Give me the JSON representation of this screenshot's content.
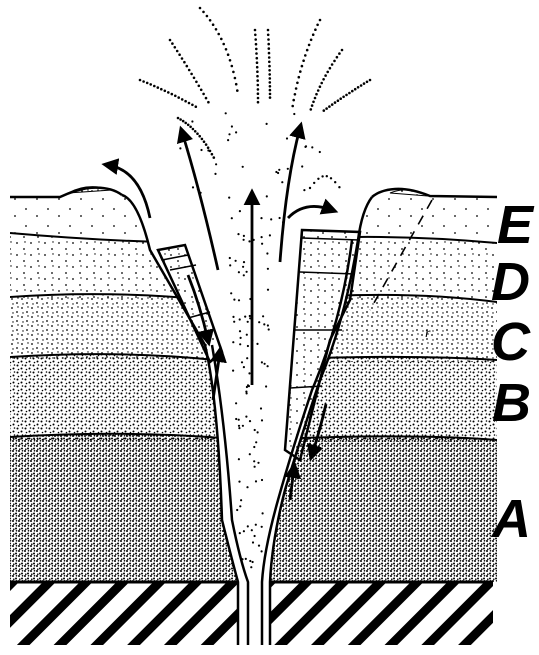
{
  "layers": [
    {
      "label": "E",
      "color": "#ffffff"
    },
    {
      "label": "D",
      "color": "#ffffff"
    },
    {
      "label": "C",
      "color": "#ffffff"
    },
    {
      "label": "B",
      "color": "#ffffff"
    },
    {
      "label": "A",
      "color": "#ffffff"
    }
  ],
  "bedrock": {
    "pattern": "diagonal-hatch"
  },
  "ink_color": "#000000"
}
